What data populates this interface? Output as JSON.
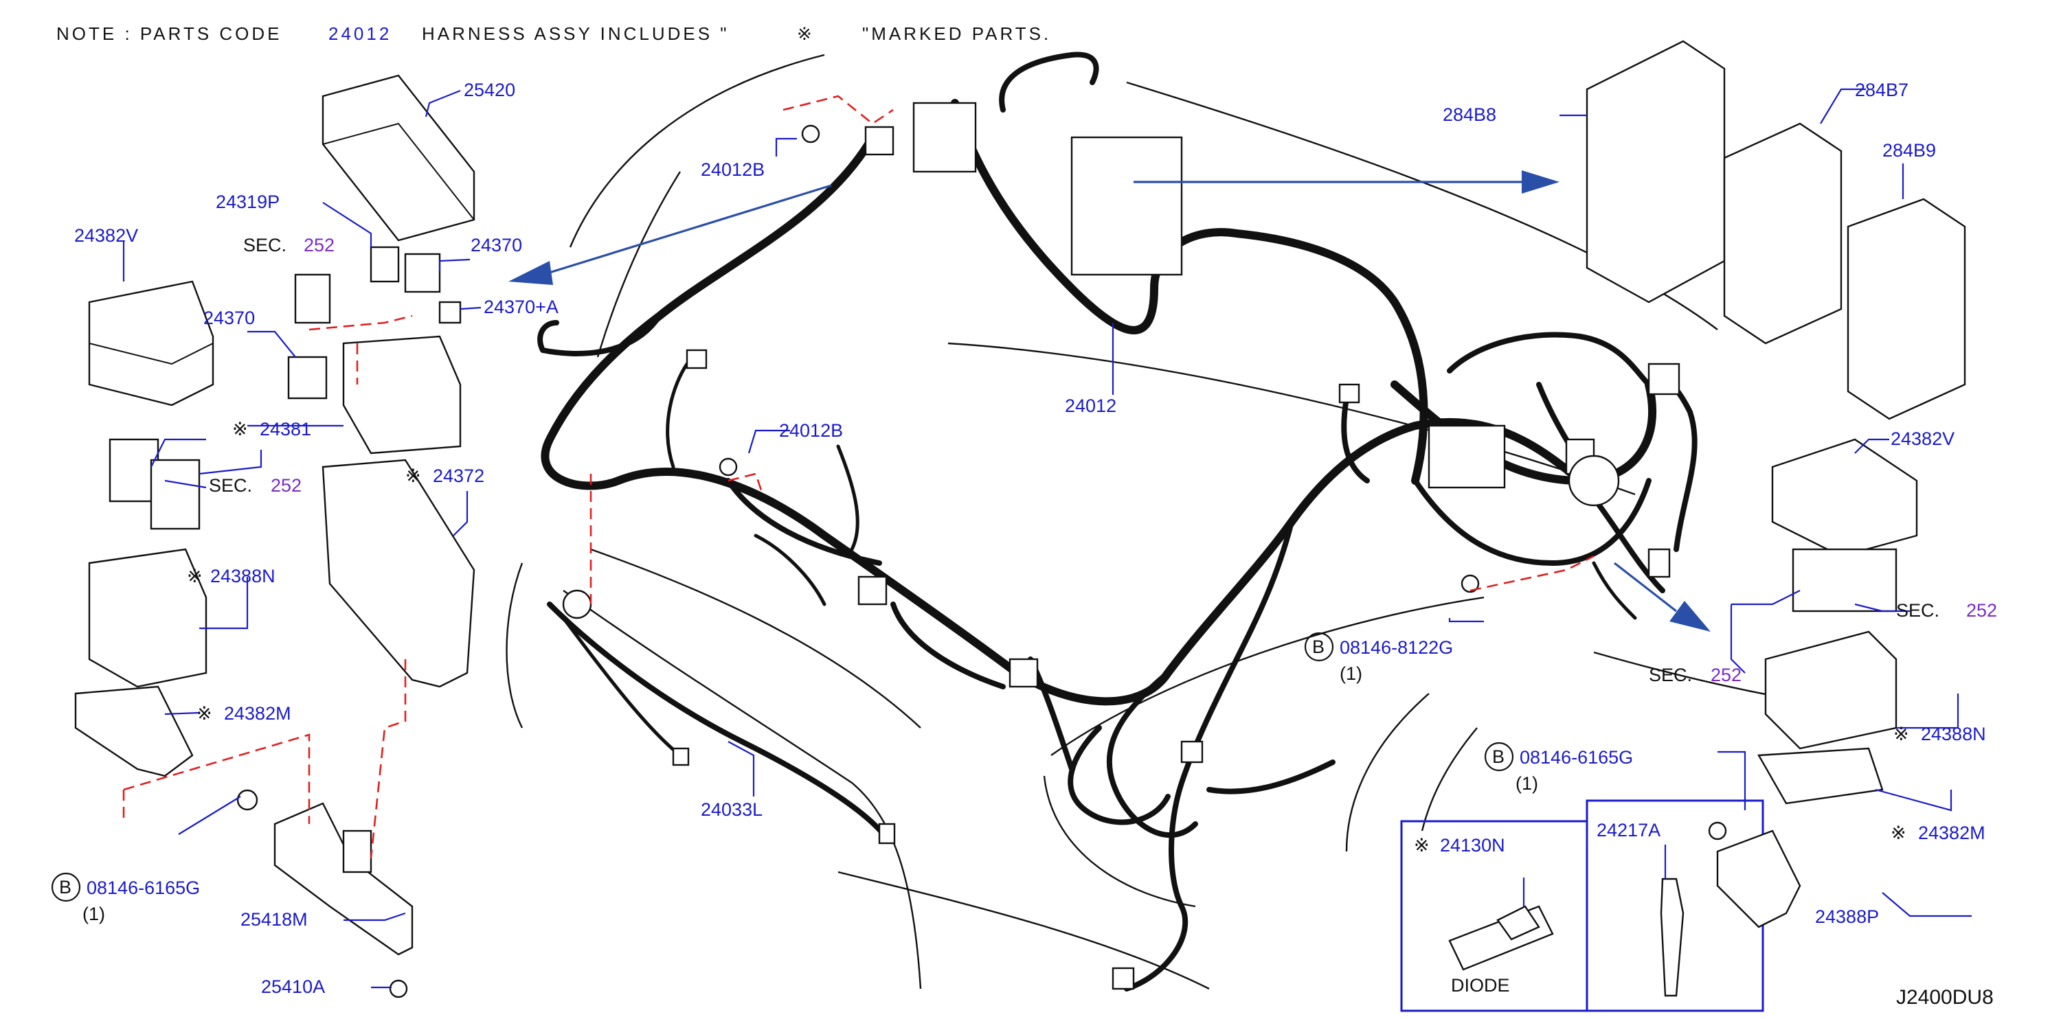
{
  "note": {
    "prefix": "NOTE : PARTS CODE",
    "code": "24012",
    "middle": "HARNESS ASSY INCLUDES \"",
    "mark": "※",
    "suffix": "\"MARKED PARTS."
  },
  "diagram_id": "J2400DU8",
  "mark": "※",
  "qty": "(1)",
  "bolt_symbol": "B",
  "sec_text": "SEC.",
  "sec_number": "252",
  "labels": {
    "p25420": "25420",
    "p24319P": "24319P",
    "p24370_top": "24370",
    "p24370A": "24370+A",
    "p24382V_left": "24382V",
    "p24370_left": "24370",
    "p24381": "24381",
    "p24372": "24372",
    "p24388N_left": "24388N",
    "p24382M_left": "24382M",
    "p08146_6165G_left": "08146-6165G",
    "p25418M": "25418M",
    "p25410A": "25410A",
    "p24012B_top": "24012B",
    "p24012B_mid": "24012B",
    "p24012": "24012",
    "p24033L": "24033L",
    "p284B8": "284B8",
    "p284B7": "284B7",
    "p284B9": "284B9",
    "p24382V_right": "24382V",
    "p08146_8122G": "08146-8122G",
    "p24388N_right": "24388N",
    "p08146_6165G_right": "08146-6165G",
    "p24382M_right": "24382M",
    "p24130N": "24130N",
    "p24217A": "24217A",
    "diode": "DIODE",
    "p24388P": "24388P"
  },
  "colors": {
    "label_blue": "#1a1acc",
    "leader_blue": "#1a1acc",
    "arrow_blue": "#2a4fa8",
    "dash_red": "#e02020",
    "sec_purple": "#7a2bc8",
    "line_black": "#111111"
  }
}
